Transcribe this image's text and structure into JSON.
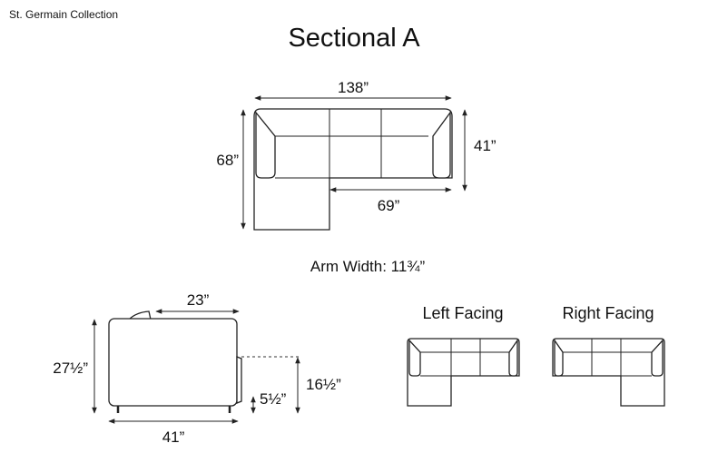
{
  "header": {
    "collection": "St. Germain Collection",
    "title": "Sectional A"
  },
  "top_view": {
    "overall_width": "138”",
    "overall_depth": "68”",
    "sofa_depth": "41”",
    "sofa_section": "69”"
  },
  "arm_width": "Arm Width: 11¾”",
  "side_view": {
    "height": "27½”",
    "depth": "41”",
    "back_cushion": "23”",
    "seat_height": "16½”",
    "leg_height": "5½”"
  },
  "orientations": {
    "left_label": "Left Facing",
    "right_label": "Right Facing"
  }
}
